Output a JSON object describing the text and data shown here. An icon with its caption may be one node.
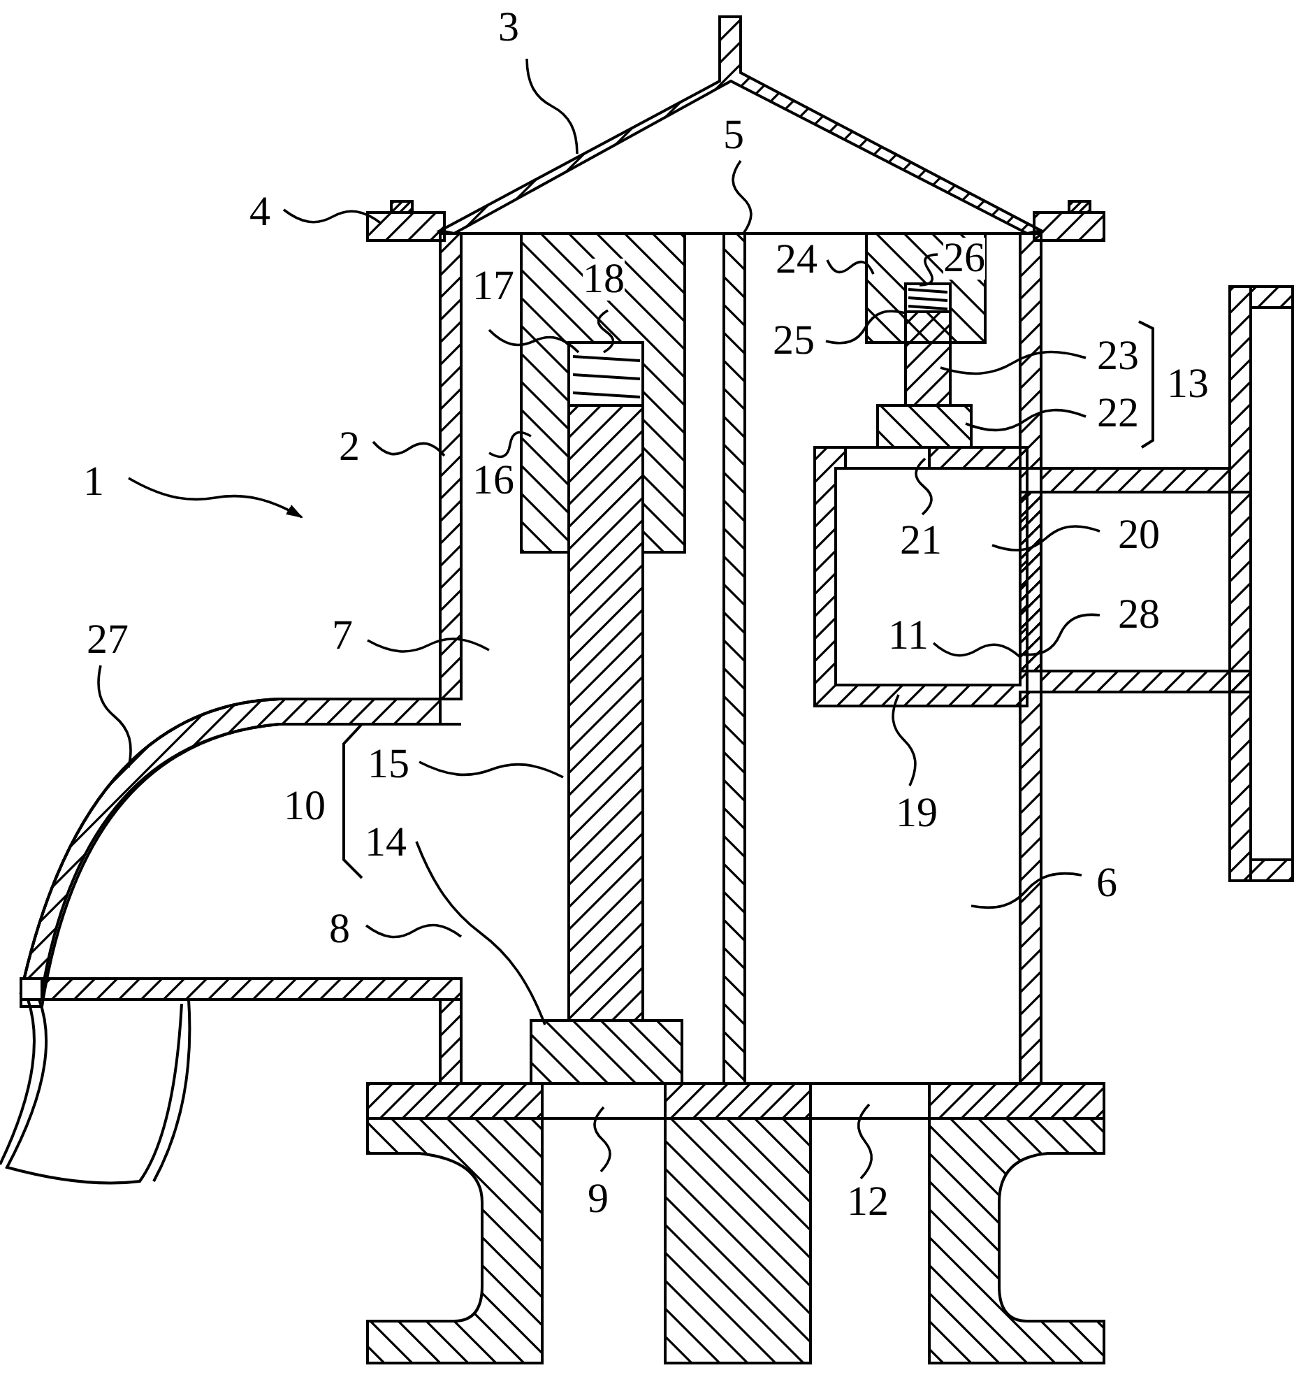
{
  "diagram": {
    "nodes": [
      {
        "text": [
          "3"
        ]
      },
      {
        "text": [
          "5"
        ]
      },
      {
        "text": [
          "4"
        ]
      },
      {
        "text": [
          "24"
        ]
      },
      {
        "text": [
          "26"
        ]
      },
      {
        "text": [
          "18"
        ]
      },
      {
        "text": [
          "17"
        ]
      },
      {
        "text": [
          "25"
        ]
      },
      {
        "text": [
          "23"
        ]
      },
      {
        "text": [
          "22"
        ]
      },
      {
        "text": [
          "2"
        ]
      },
      {
        "text": [
          "16"
        ]
      },
      {
        "text": [
          "1"
        ]
      },
      {
        "text": [
          "21"
        ]
      },
      {
        "text": [
          "20"
        ]
      },
      {
        "text": [
          "28"
        ]
      },
      {
        "text": [
          "7"
        ]
      },
      {
        "text": [
          "11"
        ]
      },
      {
        "text": [
          "27"
        ]
      },
      {
        "text": [
          "19"
        ]
      },
      {
        "text": [
          "15"
        ]
      },
      {
        "text": [
          "14"
        ]
      },
      {
        "text": [
          "8"
        ]
      },
      {
        "text": [
          "6"
        ]
      },
      {
        "text": [
          "9"
        ]
      },
      {
        "text": [
          "12"
        ]
      }
    ],
    "edges": [
      {
        "from": 0,
        "to": null,
        "arrow": "none"
      },
      {
        "from": 1,
        "to": null,
        "arrow": "none"
      },
      {
        "from": 2,
        "to": null,
        "arrow": "none"
      },
      {
        "from": 3,
        "to": null,
        "arrow": "none"
      },
      {
        "from": 4,
        "to": null,
        "arrow": "none"
      },
      {
        "from": 5,
        "to": null,
        "arrow": "none"
      },
      {
        "from": 6,
        "to": null,
        "arrow": "none"
      },
      {
        "from": 7,
        "to": null,
        "arrow": "none"
      },
      {
        "from": 8,
        "to": null,
        "arrow": "none"
      },
      {
        "from": 9,
        "to": null,
        "arrow": "none"
      },
      {
        "from": 10,
        "to": null,
        "arrow": "none"
      },
      {
        "from": 11,
        "to": null,
        "arrow": "none"
      },
      {
        "from": 12,
        "to": null,
        "arrow": "to"
      },
      {
        "from": 13,
        "to": null,
        "arrow": "none"
      },
      {
        "from": 14,
        "to": null,
        "arrow": "none"
      },
      {
        "from": 15,
        "to": null,
        "arrow": "none"
      },
      {
        "from": 16,
        "to": null,
        "arrow": "none"
      },
      {
        "from": 17,
        "to": null,
        "arrow": "none"
      },
      {
        "from": 18,
        "to": null,
        "arrow": "none"
      },
      {
        "from": 19,
        "to": null,
        "arrow": "none"
      },
      {
        "from": 20,
        "to": null,
        "arrow": "none"
      },
      {
        "from": 21,
        "to": null,
        "arrow": "none"
      },
      {
        "from": 22,
        "to": null,
        "arrow": "none"
      },
      {
        "from": 23,
        "to": null,
        "arrow": "none"
      },
      {
        "from": 24,
        "to": null,
        "arrow": "none"
      },
      {
        "from": 25,
        "to": null,
        "arrow": "none"
      }
    ],
    "labels": [
      "13",
      "10"
    ]
  }
}
